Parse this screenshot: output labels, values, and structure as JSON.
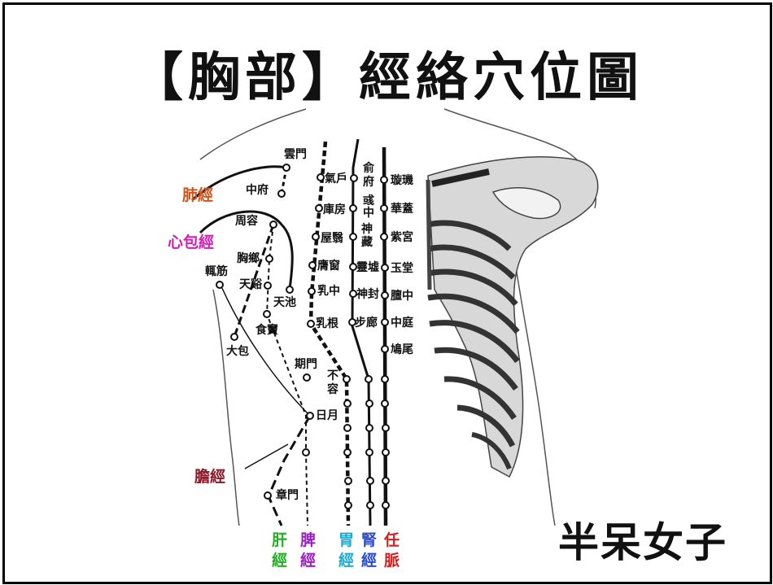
{
  "title": "【胸部】經絡穴位圖",
  "logo_text": "半呆女子",
  "meridians": {
    "lung": {
      "label": "肺經",
      "color": "#d2551e"
    },
    "pericardium": {
      "label": "心包經",
      "color": "#d21fb4"
    },
    "gallbladder": {
      "label": "膽經",
      "color": "#8b1a2a"
    }
  },
  "bottom_meridians": [
    {
      "chars": [
        "肝",
        "經"
      ],
      "color": "#22b022"
    },
    {
      "chars": [
        "脾",
        "經"
      ],
      "color": "#9a1fc0"
    },
    {
      "chars": [
        "胃",
        "經"
      ],
      "color": "#1faad0"
    },
    {
      "chars": [
        "腎",
        "經"
      ],
      "color": "#2a4ad0"
    },
    {
      "chars": [
        "任",
        "脈"
      ],
      "color": "#d21f1f"
    }
  ],
  "points": {
    "yunmen": "雲門",
    "zhongfu": "中府",
    "zhourong": "周容",
    "xiongxiang": "胸鄉",
    "zhejin": "輒筋",
    "tianxi": "天谿",
    "tianchi": "天池",
    "shidou": "食竇",
    "dabao": "大包",
    "qimen": "期門",
    "riyue": "日月",
    "zhangmen": "章門",
    "burong_1": "不",
    "burong_2": "容",
    "qihu": "氣戶",
    "kufang": "庫房",
    "wuyi": "屋翳",
    "yingchuang": "膺窗",
    "ruzhong": "乳中",
    "rugen": "乳根",
    "shufu_1": "俞",
    "shufu_2": "府",
    "yuzhong_1": "彧",
    "yuzhong_2": "中",
    "shencang_1": "神",
    "shencang_2": "藏",
    "lingxu": "靈墟",
    "shenfeng": "神封",
    "bulang": "步廊",
    "xuanji": "璇璣",
    "huagai": "華蓋",
    "zigong": "紫宮",
    "yutang": "玉堂",
    "danzhong": "膻中",
    "zhongting": "中庭",
    "jiuwei": "鳩尾"
  }
}
